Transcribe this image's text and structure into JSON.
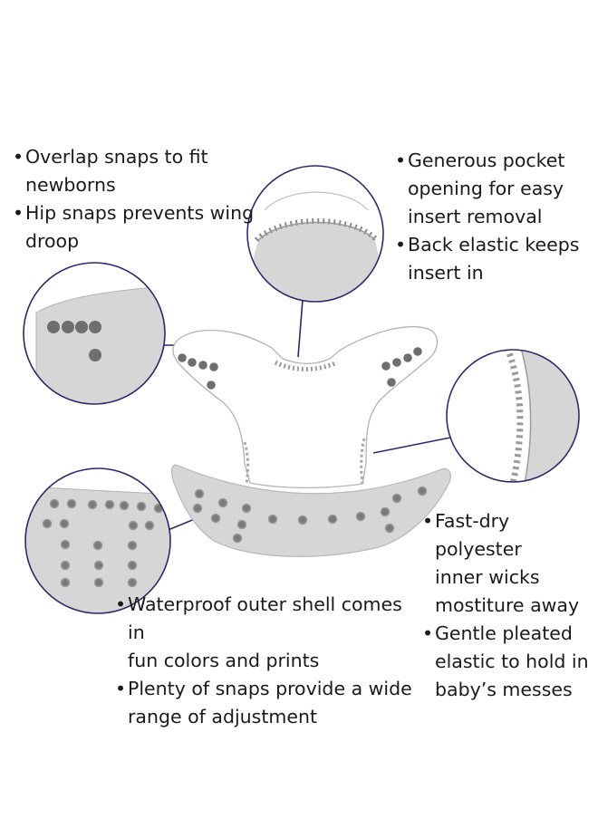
{
  "bullet": "•",
  "colors": {
    "outline": "#b3b3b3",
    "fill": "#d6d6d6",
    "snap": "#6e6e6e",
    "leader": "#2c2a6b",
    "text": "#1a1a1a"
  },
  "features": {
    "top_left": [
      {
        "text": "Overlap snaps to fit\nnewborns"
      },
      {
        "text": "Hip snaps prevents wing\ndroop"
      }
    ],
    "top_right": [
      {
        "text": "Generous pocket\nopening for easy\ninsert removal"
      },
      {
        "text": "Back elastic keeps\ninsert in"
      }
    ],
    "bottom_right": [
      {
        "text": "Fast-dry polyester\ninner wicks\nmostiture away"
      },
      {
        "text": "Gentle pleated\nelastic to hold in\nbaby’s messes"
      }
    ],
    "bottom_left": [
      {
        "text": "Waterproof outer shell comes in\nfun colors and prints"
      },
      {
        "text": "Plenty of snaps provide a wide\nrange of adjustment"
      }
    ]
  }
}
